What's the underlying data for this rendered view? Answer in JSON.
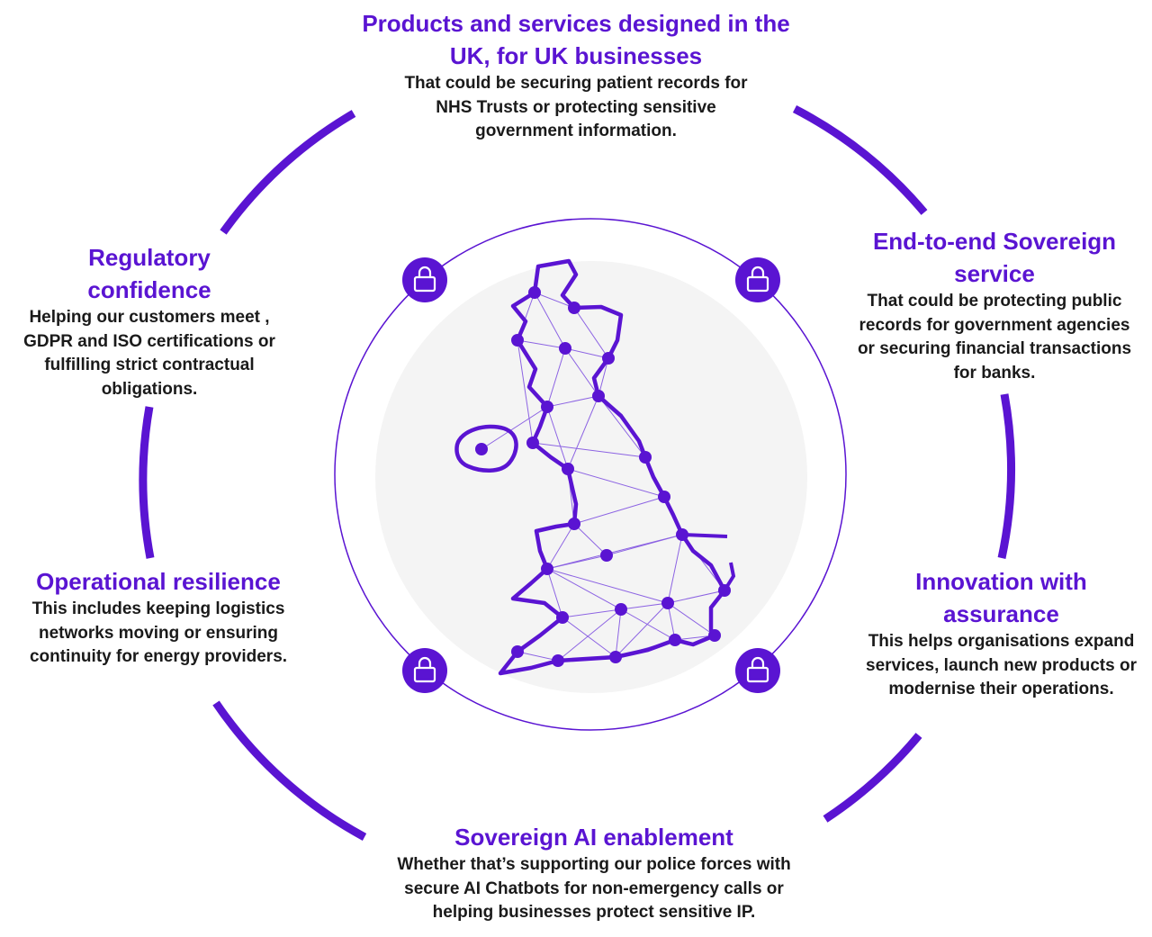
{
  "blocks": {
    "top": {
      "title": "Products and services designed in the UK, for UK businesses",
      "body": "That could be securing patient records for NHS Trusts or protecting sensitive government information."
    },
    "right_top": {
      "title": "End-to-end Sovereign service",
      "body": "That could be protecting public records for government agencies or securing financial transactions for banks."
    },
    "left_top": {
      "title": "Regulatory confidence",
      "body": "Helping our customers meet , GDPR and ISO certifications or fulfilling strict contractual obligations."
    },
    "right_bottom": {
      "title": "Innovation with assurance",
      "body": "This helps organisations expand services, launch new products or modernise their operations."
    },
    "left_bottom": {
      "title": "Operational resilience",
      "body": "This includes  keeping logistics networks moving or ensuring continuity for energy providers."
    },
    "bottom": {
      "title": "Sovereign AI enablement",
      "body": "Whether that’s supporting our police forces with secure AI Chatbots for non-emergency calls or helping businesses protect sensitive IP."
    }
  },
  "icons": [
    "lock-icon",
    "lock-icon",
    "lock-icon",
    "lock-icon"
  ],
  "colors": {
    "accent": "#5a14d2",
    "text": "#1a1a1a",
    "background_disc": "#f4f4f4"
  }
}
